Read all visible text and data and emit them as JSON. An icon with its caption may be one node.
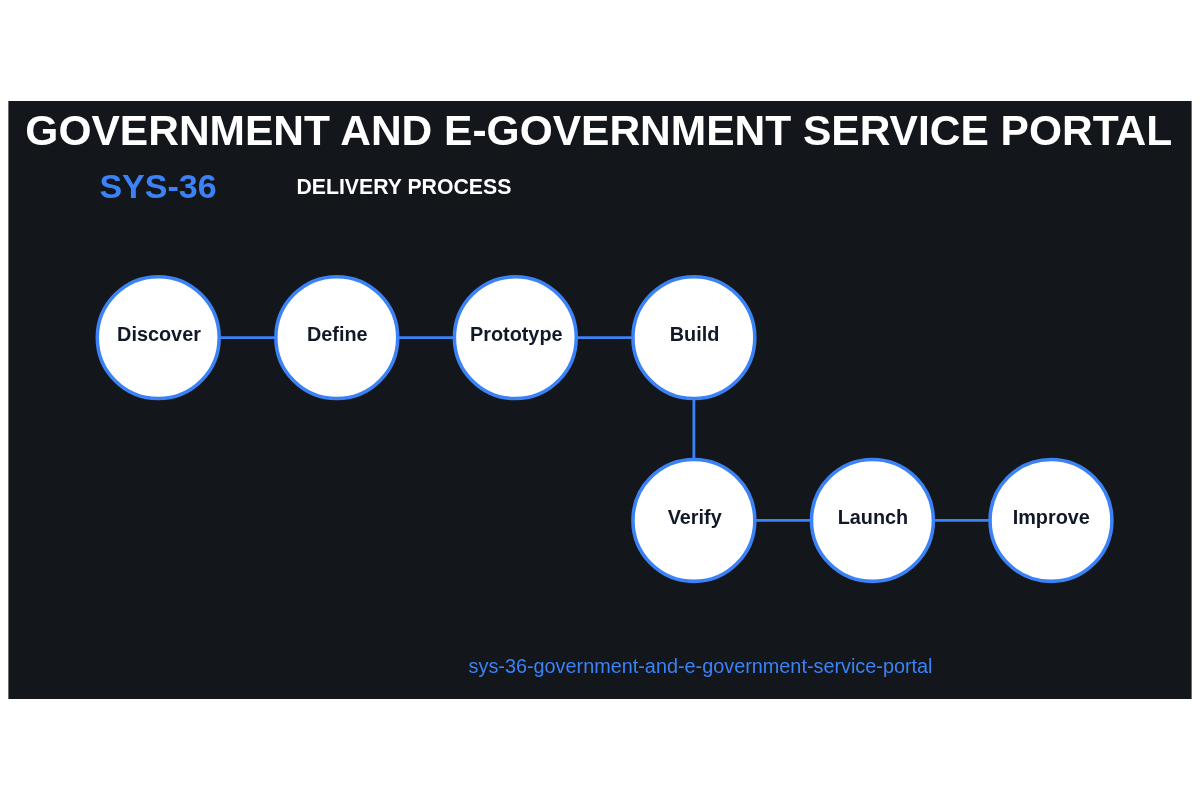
{
  "diagram": {
    "title": "GOVERNMENT AND E-GOVERNMENT SERVICE PORTAL",
    "nodes": [
      {
        "text": [
          "Discover"
        ]
      },
      {
        "text": [
          "Define"
        ]
      },
      {
        "text": [
          "Prototype"
        ]
      },
      {
        "text": [
          "Build"
        ]
      },
      {
        "text": [
          "Verify"
        ]
      },
      {
        "text": [
          "Launch"
        ]
      },
      {
        "text": [
          "Improve"
        ]
      }
    ],
    "edges": [
      {
        "from": 0,
        "to": 1,
        "arrow": "none"
      },
      {
        "from": 1,
        "to": 2,
        "arrow": "none"
      },
      {
        "from": 2,
        "to": 3,
        "arrow": "none"
      },
      {
        "from": 3,
        "to": 4,
        "arrow": "none"
      },
      {
        "from": 4,
        "to": 5,
        "arrow": "none"
      },
      {
        "from": 5,
        "to": 6,
        "arrow": "none"
      }
    ],
    "labels": [
      "SYS-36",
      "DELIVERY PROCESS",
      "sys-36-government-and-e-government-service-portal"
    ]
  }
}
